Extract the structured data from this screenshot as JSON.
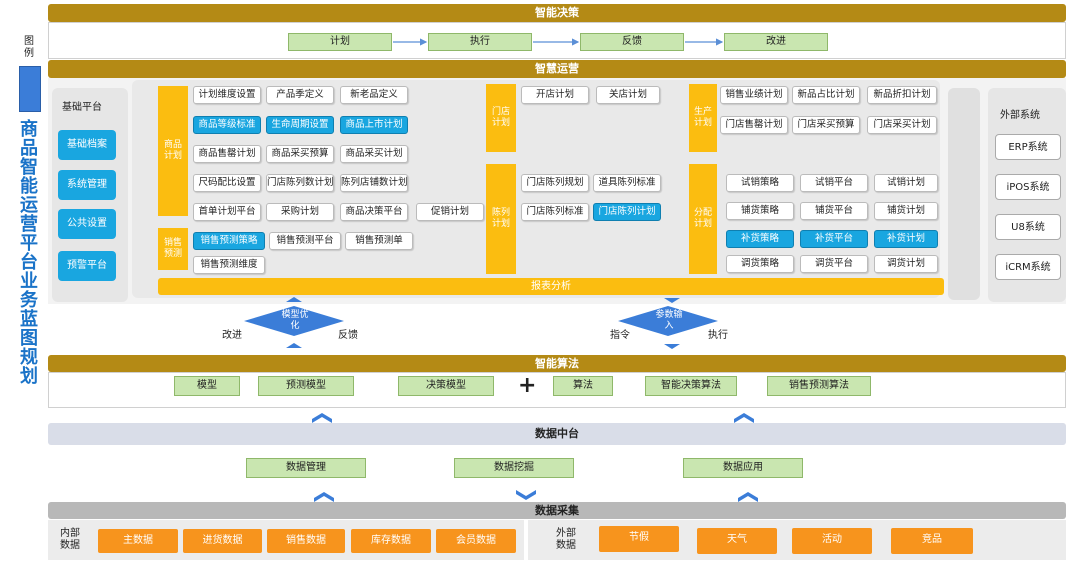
{
  "legend": {
    "label": "图例"
  },
  "vertical_title": "商品智能运营平台业务蓝图规划",
  "decision": {
    "title": "智能决策",
    "steps": [
      "计划",
      "执行",
      "反馈",
      "改进"
    ]
  },
  "operations": {
    "title": "智慧运营",
    "basic_platform": {
      "title": "基础平台",
      "items": [
        "基础档案",
        "系统管理",
        "公共设置",
        "预警平台"
      ]
    },
    "external": {
      "title": "外部系统",
      "items": [
        "ERP系统",
        "iPOS系统",
        "U8系统",
        "iCRM系统"
      ]
    },
    "product_plan": {
      "label": "商品计划",
      "items": [
        "计划维度设置",
        "产品季定义",
        "新老品定义",
        "商品等级标准",
        "生命周期设置",
        "商品上市计划",
        "商品售罄计划",
        "商品采买预算",
        "商品采买计划",
        "尺码配比设置",
        "门店陈列数计划",
        "陈列店铺数计划",
        "首单计划平台",
        "采购计划",
        "商品决策平台",
        "促销计划"
      ]
    },
    "sales_forecast": {
      "label": "销售预测",
      "items": [
        "销售预测策略",
        "销售预测平台",
        "销售预测单",
        "销售预测维度"
      ]
    },
    "store_plan": {
      "label": "门店计划",
      "items": [
        "开店计划",
        "关店计划"
      ]
    },
    "display_plan": {
      "label": "陈列计划",
      "items": [
        "门店陈列规划",
        "道具陈列标准",
        "门店陈列标准",
        "门店陈列计划"
      ]
    },
    "production_plan": {
      "label": "生产计划",
      "items": [
        "销售业绩计划",
        "新品占比计划",
        "新品折扣计划",
        "门店售罄计划",
        "门店采买预算",
        "门店采买计划"
      ]
    },
    "allocation_plan": {
      "label": "分配计划",
      "items": [
        "试销策略",
        "试销平台",
        "试销计划",
        "铺货策略",
        "铺货平台",
        "铺货计划",
        "补货策略",
        "补货平台",
        "补货计划",
        "调货策略",
        "调货平台",
        "调货计划"
      ]
    },
    "analysis_bar": "报表分析"
  },
  "connectors": {
    "left": {
      "center": "模型优化",
      "left": "改进",
      "right": "反馈"
    },
    "right": {
      "center": "参数输入",
      "left": "指令",
      "right": "执行"
    }
  },
  "algorithm": {
    "title": "智能算法",
    "models": [
      "模型",
      "预测模型",
      "决策模型"
    ],
    "plus": "+",
    "algos": [
      "算法",
      "智能决策算法",
      "销售预测算法"
    ]
  },
  "data_center": {
    "title": "数据中台",
    "items": [
      "数据管理",
      "数据挖掘",
      "数据应用"
    ]
  },
  "collection": {
    "title": "数据采集",
    "internal": {
      "label": "内部数据",
      "items": [
        "主数据",
        "进货数据",
        "销售数据",
        "库存数据",
        "会员数据"
      ]
    },
    "external": {
      "label": "外部数据",
      "items": [
        "节假",
        "天气",
        "活动",
        "竞品"
      ]
    }
  }
}
